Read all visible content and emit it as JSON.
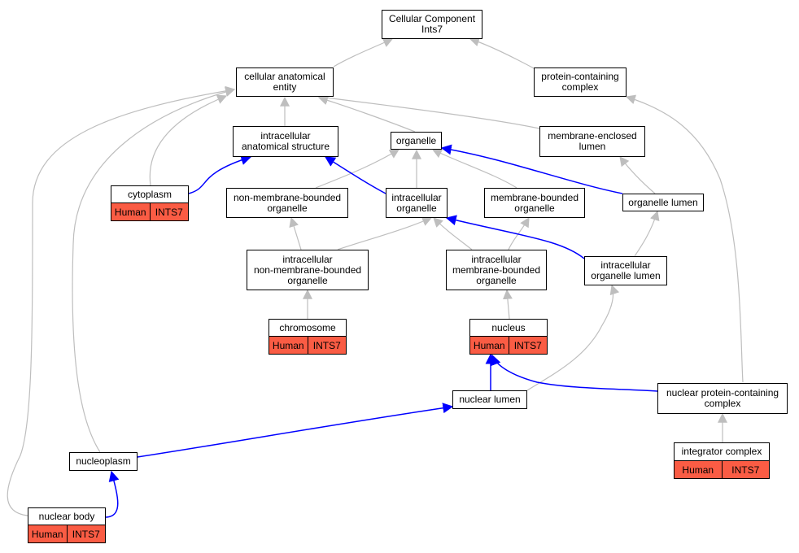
{
  "colors": {
    "is_a_edge": "#bebebe",
    "part_of_edge": "#0000ff",
    "annotation_fill": "#fa5c44",
    "node_border": "#000000"
  },
  "nodes": {
    "root": "Cellular Component\nInts7",
    "cae": "cellular anatomical\nentity",
    "pcc": "protein-containing\ncomplex",
    "ias": "intracellular\nanatomical structure",
    "organelle": "organelle",
    "mel": "membrane-enclosed\nlumen",
    "cytoplasm": "cytoplasm",
    "nmbo": "non-membrane-bounded\norganelle",
    "io": "intracellular\norganelle",
    "mbo": "membrane-bounded\norganelle",
    "ol": "organelle lumen",
    "inmbo": "intracellular\nnon-membrane-bounded\norganelle",
    "imbo": "intracellular\nmembrane-bounded\norganelle",
    "iol": "intracellular\norganelle lumen",
    "chromosome": "chromosome",
    "nucleus": "nucleus",
    "nl": "nuclear lumen",
    "npcc": "nuclear protein-containing\ncomplex",
    "nucleoplasm": "nucleoplasm",
    "ic": "integrator complex",
    "nb": "nuclear body"
  },
  "annotations": {
    "cytoplasm": {
      "species": "Human",
      "gene": "INTS7"
    },
    "chromosome": {
      "species": "Human",
      "gene": "INTS7"
    },
    "nucleus": {
      "species": "Human",
      "gene": "INTS7"
    },
    "ic": {
      "species": "Human",
      "gene": "INTS7"
    },
    "nb": {
      "species": "Human",
      "gene": "INTS7"
    }
  }
}
